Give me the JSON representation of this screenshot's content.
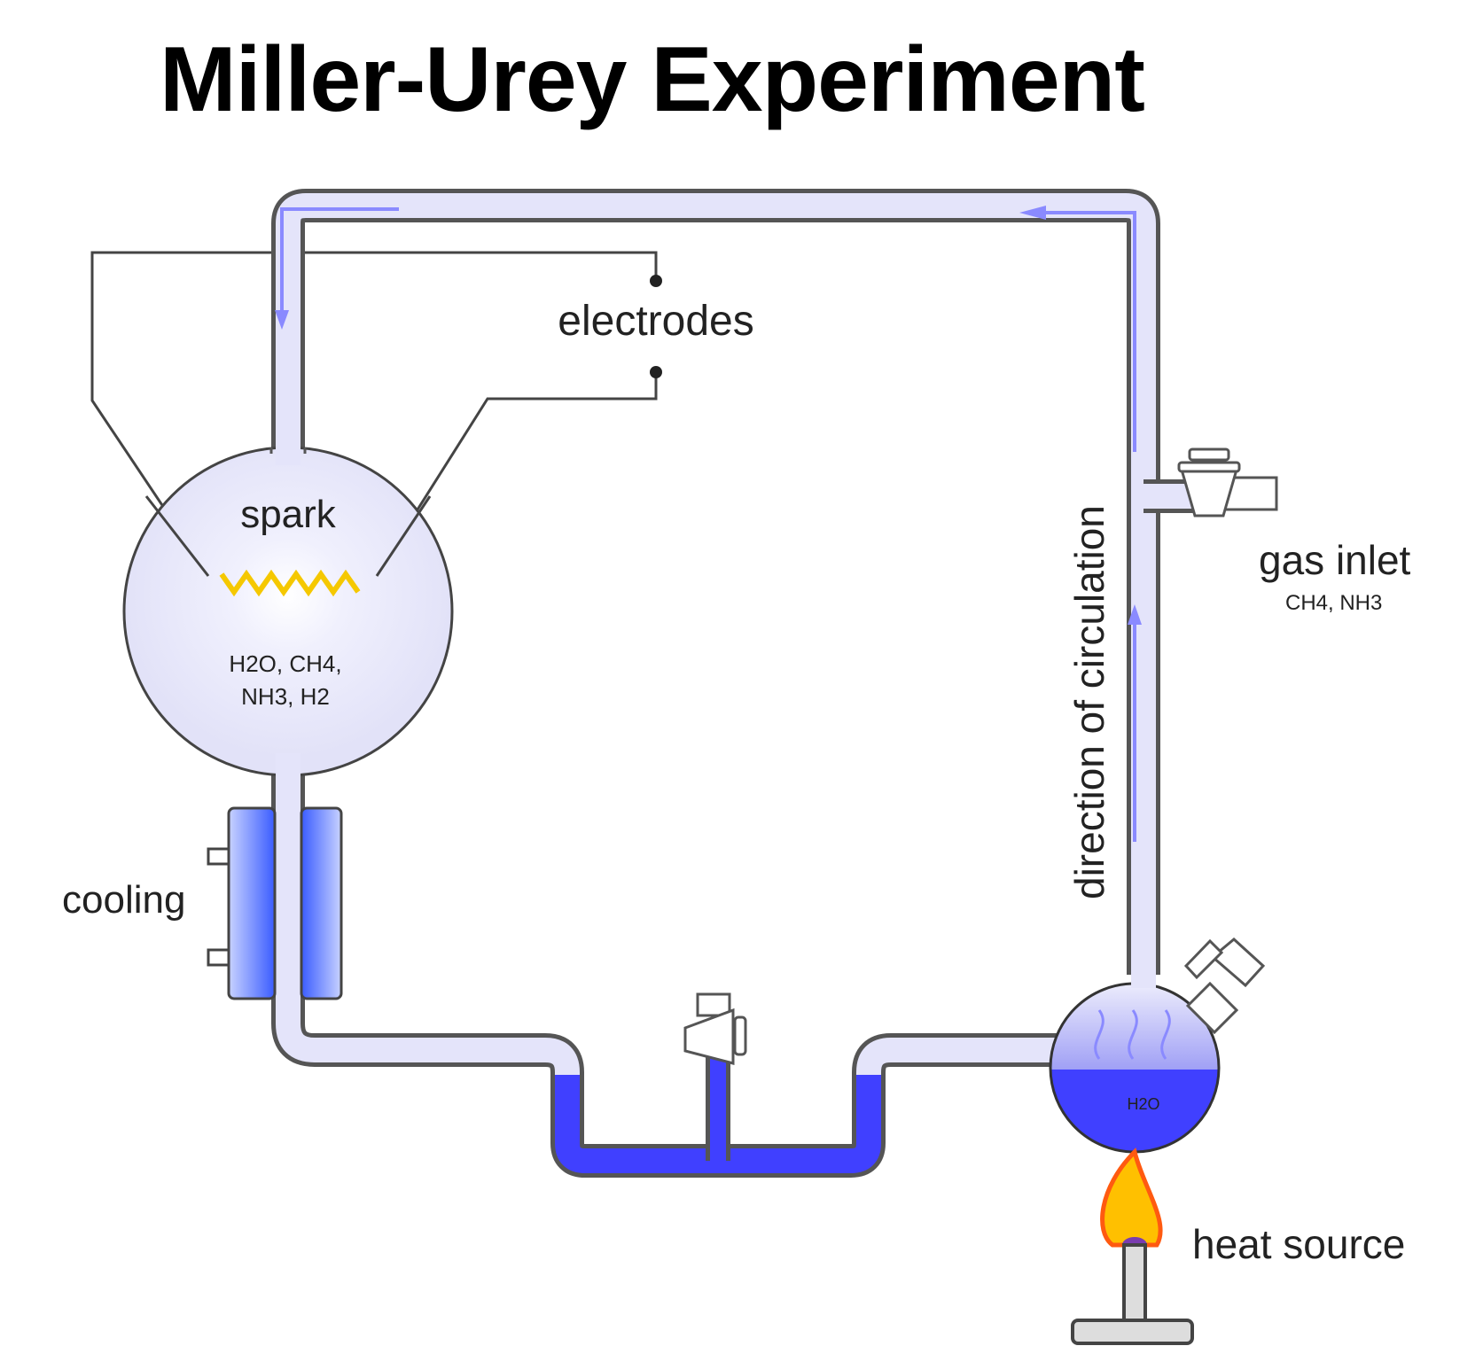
{
  "title": "Miller-Urey Experiment",
  "labels": {
    "electrodes": "electrodes",
    "spark": "spark",
    "flask_contents_line1": "H2O, CH4,",
    "flask_contents_line2": "NH3, H2",
    "cooling": "cooling",
    "direction": "direction of circulation",
    "gas_inlet": "gas inlet",
    "gas_inlet_sub": "CH4, NH3",
    "water": "H2O",
    "heat_source": "heat source"
  },
  "colors": {
    "tube_fill": "#e4e4fa",
    "tube_outline": "#555555",
    "water": "#4040ff",
    "arrow": "#8a8aff",
    "spark": "#f5c800",
    "flame_outer": "#ff5a10",
    "flame_inner": "#ffc000",
    "burner_tip": "#7a3cb0",
    "cooling_jacket": "#5a7dff"
  }
}
